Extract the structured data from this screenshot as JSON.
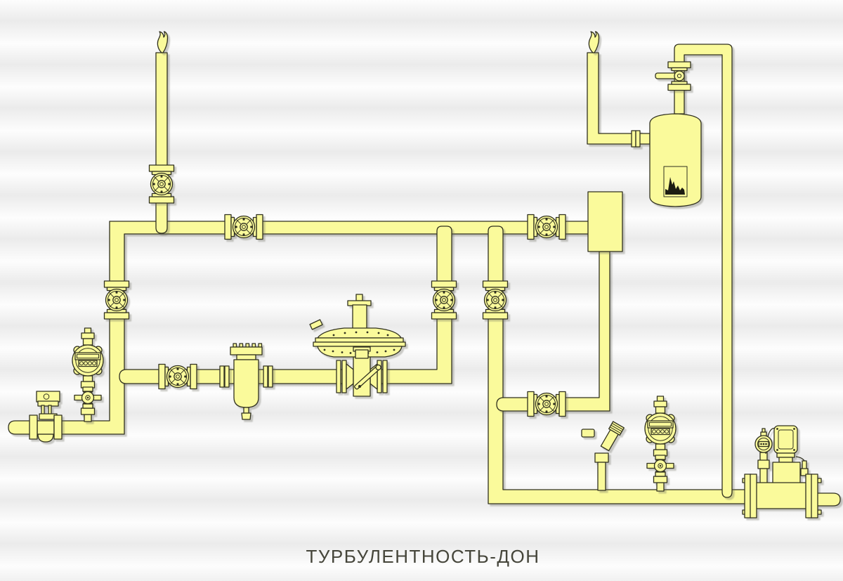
{
  "title": {
    "label": "ТУРБУЛЕНТНОСТЬ-ДОН"
  },
  "colors": {
    "pipe_fill": "#fafa9b",
    "outline": "#30301f",
    "detail_dark": "#1d1d12",
    "bg_light": "#fdfdfd",
    "bg_mid": "#ebebeb",
    "title_color": "#45453a"
  },
  "diagram": {
    "type": "gas-pipeline-schematic",
    "components": [
      "inlet-pipeline",
      "safety-shutoff-valve",
      "pressure-corrector-left",
      "inlet-riser",
      "bypass-top-line",
      "flare-stack-left",
      "flare-flame-left",
      "flare-isolation-valve",
      "riser-isolation-valve",
      "bypass-valve",
      "process-line",
      "line-isolation-valve",
      "gas-filter",
      "pressure-regulator",
      "regulator-outlet-riser",
      "outlet-riser-valve",
      "distribution-riser",
      "distribution-riser-valve",
      "control-cabinet",
      "cabinet-inlet-valve",
      "cabinet-outlet-line",
      "cabinet-outlet-valve",
      "gas-heater",
      "burner-window",
      "heater-vent-stack",
      "flare-flame-right",
      "heater-lever-valve",
      "heater-supply-loop",
      "bottom-distribution-line",
      "thermowell-sensor",
      "pressure-corrector-right",
      "flow-meter-run",
      "mini-pressure-gauge",
      "flow-computer",
      "outlet-pipeline",
      "brand-title"
    ]
  }
}
